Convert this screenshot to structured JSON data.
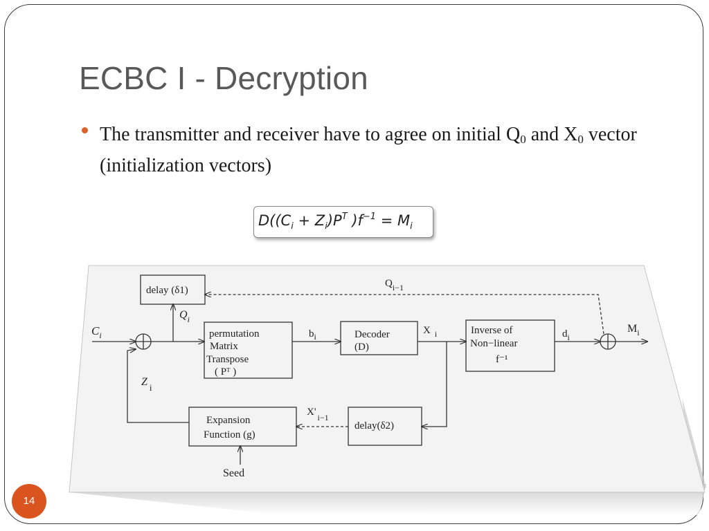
{
  "slide": {
    "title": "ECBC I - Decryption",
    "bullet": {
      "part1": "The transmitter and receiver have to agree on initial Q",
      "sub1": "0",
      "part2": " and X",
      "sub2": "0",
      "part3": " vector (initialization vectors)"
    },
    "formula": {
      "text1": "D((C",
      "sub1": "i",
      "text2": " + Z",
      "sub2": "i",
      "text3": ")P",
      "sup1": "T",
      "text4": " )f",
      "sup2": "−1",
      "text5": " = M",
      "sub3": "i"
    },
    "slide_number": "14",
    "accent_color": "#d9541e"
  },
  "diagram": {
    "boxes": {
      "delay1": "delay (δ1)",
      "permutation": [
        "permutation",
        "Matrix",
        "Transpose",
        "( Pᵀ )"
      ],
      "decoder": [
        "Decoder",
        "(D)"
      ],
      "inverse": [
        "Inverse of",
        "Non−linear",
        "f⁻¹"
      ],
      "expansion": [
        "Expansion",
        "Function (g)"
      ],
      "delay2": "delay(δ2)"
    },
    "labels": {
      "ci": "C",
      "ci_sub": "i",
      "qi": "Q",
      "qi_sub": "i",
      "bi": "b",
      "bi_sub": "i",
      "xi": "X",
      "xi_sub": "i",
      "di": "d",
      "di_sub": "i",
      "mi": "M",
      "mi_sub": "i",
      "zi": "Z",
      "zi_sub": "i",
      "qi1": "Q",
      "qi1_sub": "i−1",
      "xprime": "X'",
      "xprime_sub": "i−1",
      "seed": "Seed"
    }
  }
}
